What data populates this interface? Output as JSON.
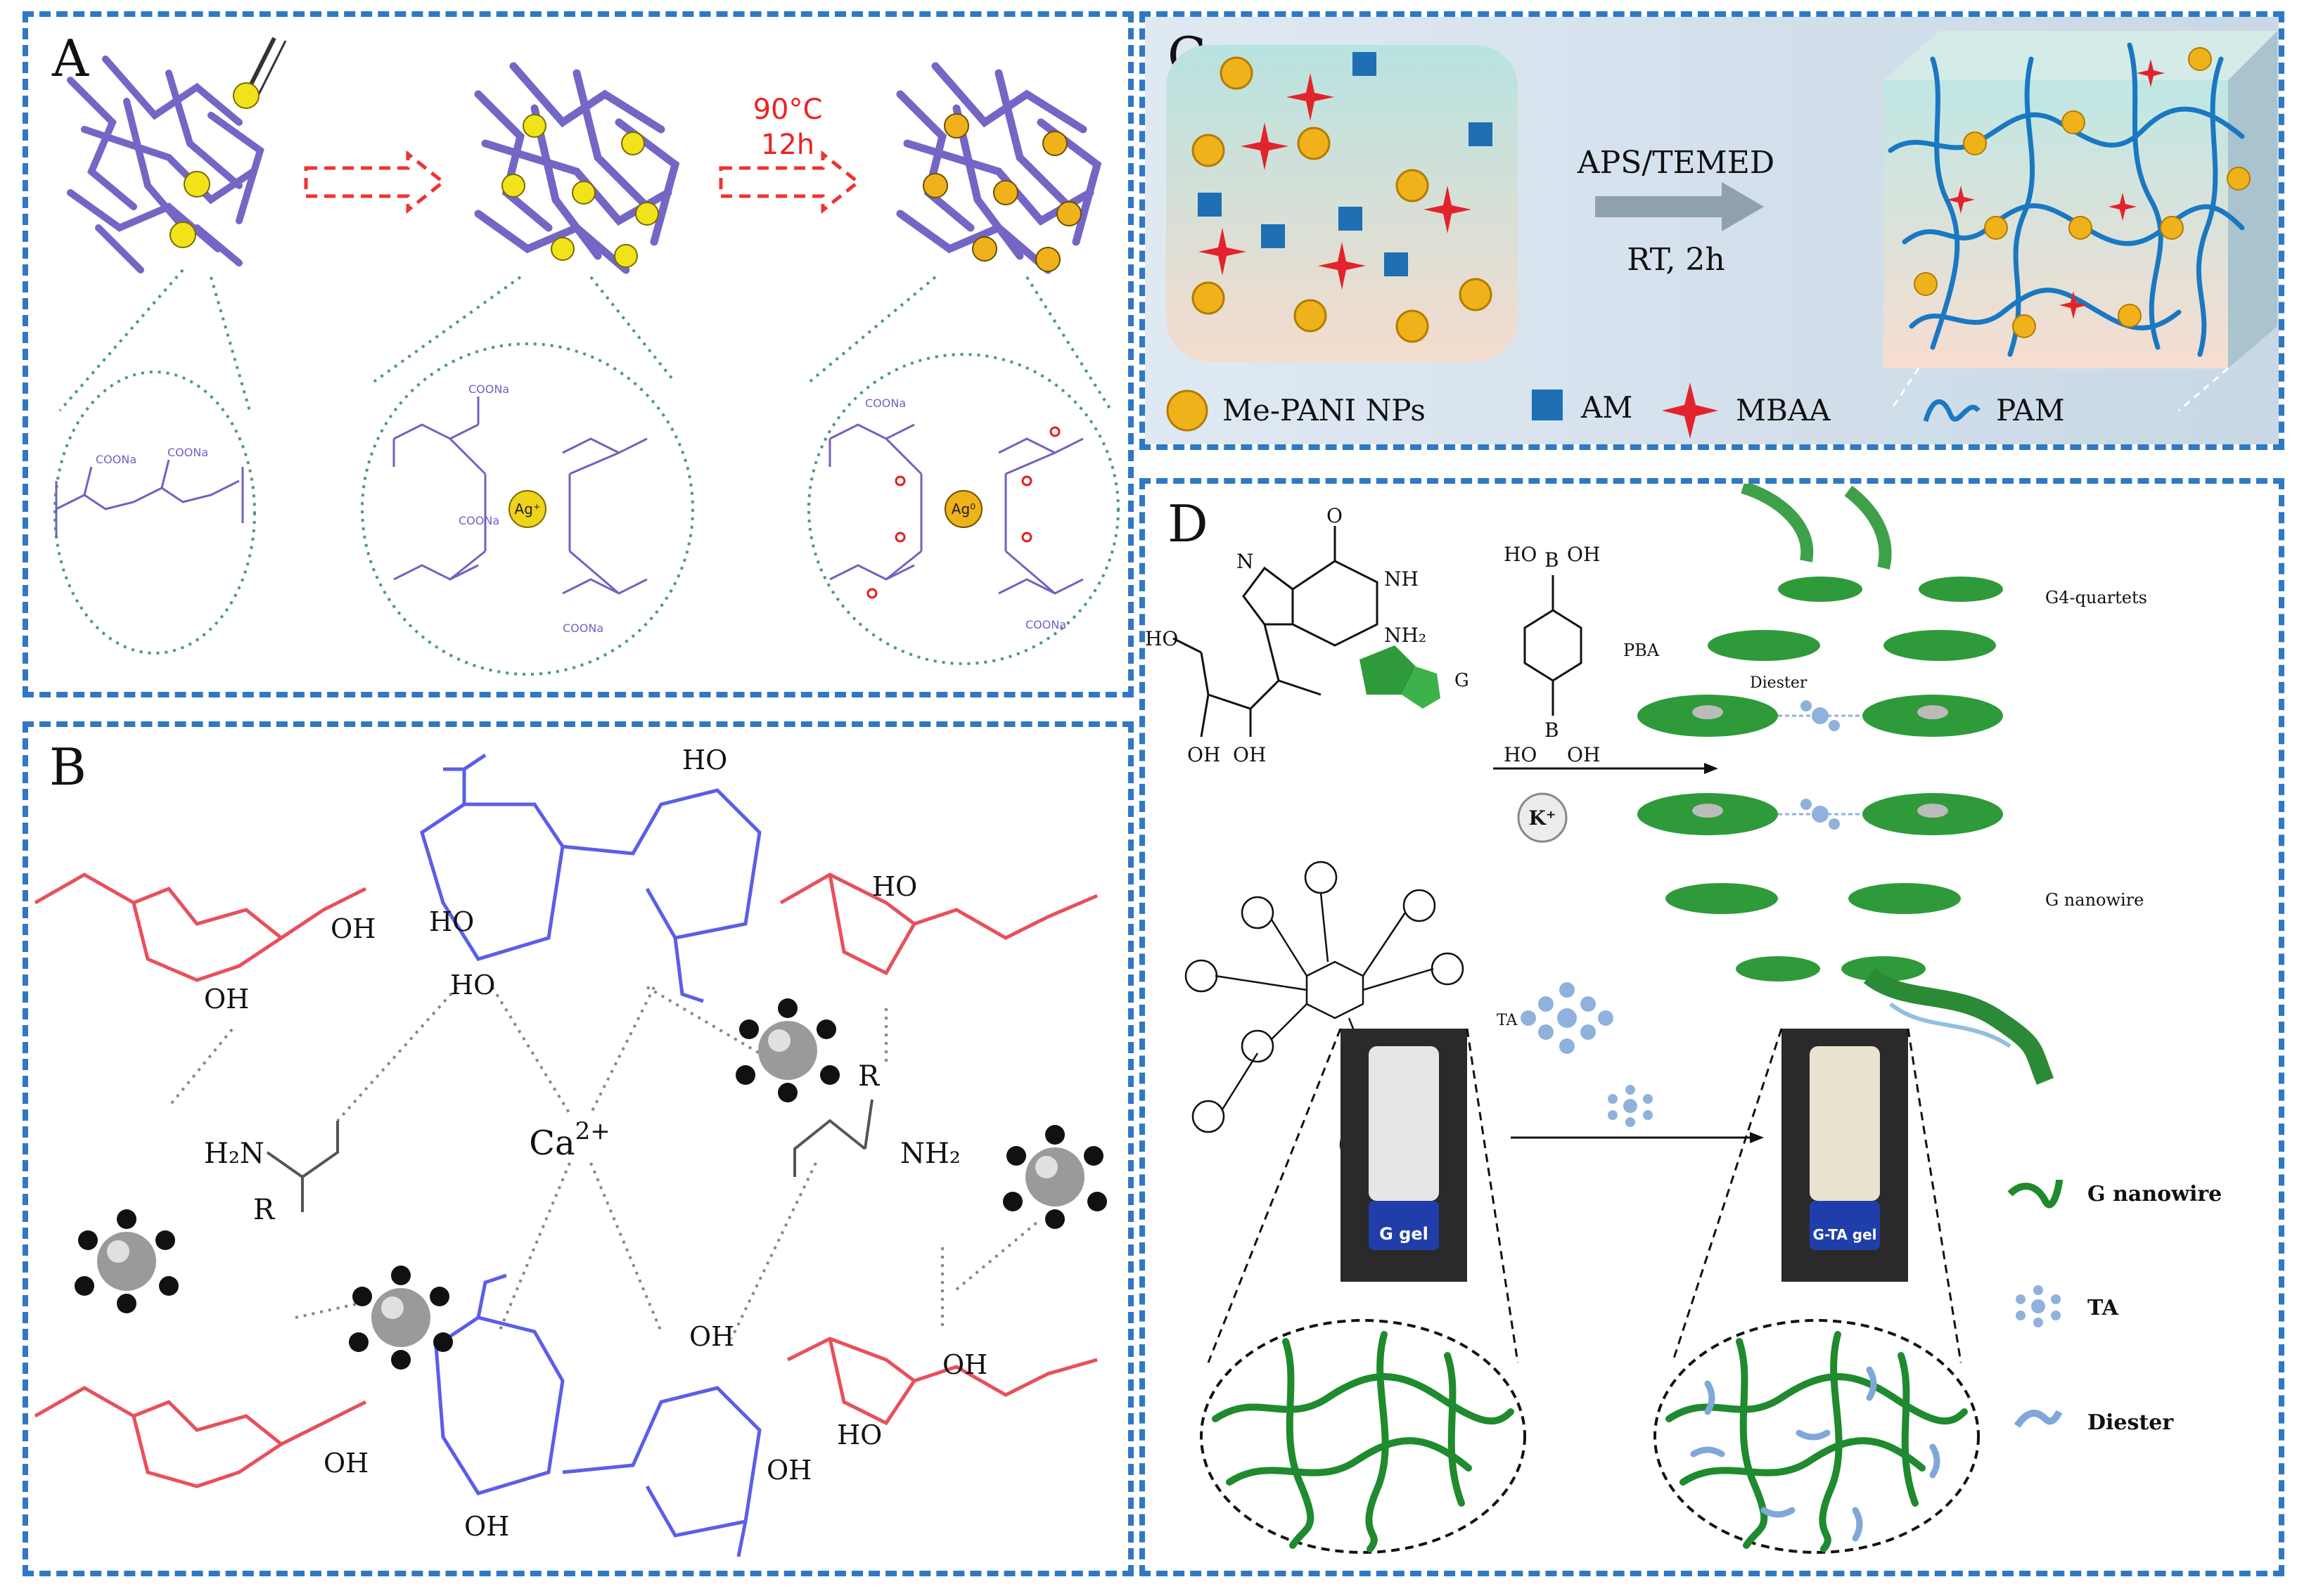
{
  "panelA": {
    "label": "A",
    "temperature": "90°C",
    "time": "12h",
    "ion": "Ag⁺",
    "particle": "Ag⁰",
    "group": "COONa"
  },
  "panelB": {
    "label": "B",
    "calcium": "Ca",
    "charge": "2+",
    "amine_left": "H₂N",
    "amine_right": "NH₂",
    "r_group": "R",
    "hydroxyl": "OH",
    "ho": "HO"
  },
  "panelC": {
    "label": "C",
    "reagents": "APS/TEMED",
    "conditions": "RT, 2h",
    "legend": [
      {
        "label": "Me-PANI NPs"
      },
      {
        "label": "AM"
      },
      {
        "label": "MBAA"
      },
      {
        "label": "PAM"
      }
    ],
    "colors": {
      "nanoparticle": "#f0b21a",
      "monomer": "#1e6fb4",
      "crosslinker": "#e3232b",
      "polymer": "#1a78c2"
    }
  },
  "panelD": {
    "label": "D",
    "molecule_g": "G",
    "molecule_pba": "PBA",
    "molecule_ta": "TA",
    "potassium": "K⁺",
    "g4": "G4-quartets",
    "diester": "Diester",
    "nanowire": "G nanowire",
    "gel_left": "G gel",
    "gel_right": "G-TA gel",
    "atoms": {
      "oh": "OH",
      "ho": "HO",
      "nh": "NH",
      "nh2": "NH₂",
      "n": "N",
      "o": "O",
      "b": "B"
    },
    "legend": [
      {
        "label": "G nanowire"
      },
      {
        "label": "TA"
      },
      {
        "label": "Diester"
      }
    ],
    "colors": {
      "nanowire": "#1f8a2e",
      "diester": "#7fa8d8",
      "ta": "#8fb2dc"
    }
  }
}
